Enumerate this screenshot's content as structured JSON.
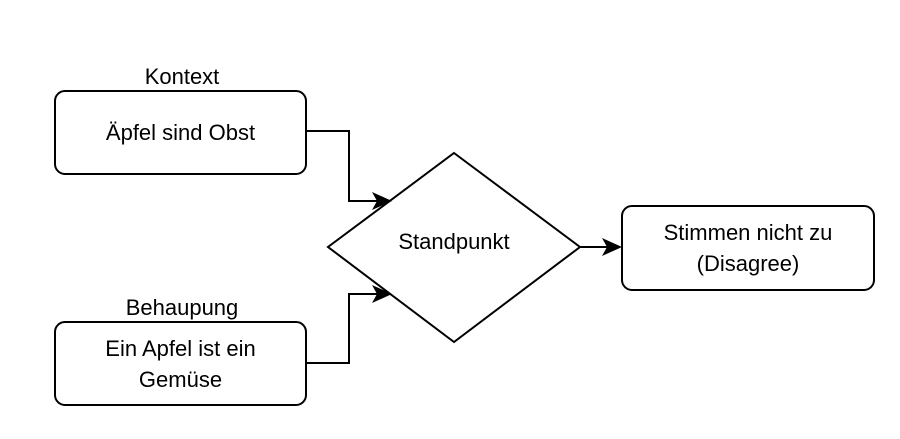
{
  "diagram": {
    "context": {
      "label": "Kontext",
      "text": "Äpfel sind Obst"
    },
    "claim": {
      "label": "Behaupung",
      "line1": "Ein Apfel ist  ein",
      "line2": "Gemüse"
    },
    "decision": {
      "text": "Standpunkt"
    },
    "result": {
      "line1": "Stimmen nicht zu",
      "line2": "(Disagree)"
    }
  }
}
